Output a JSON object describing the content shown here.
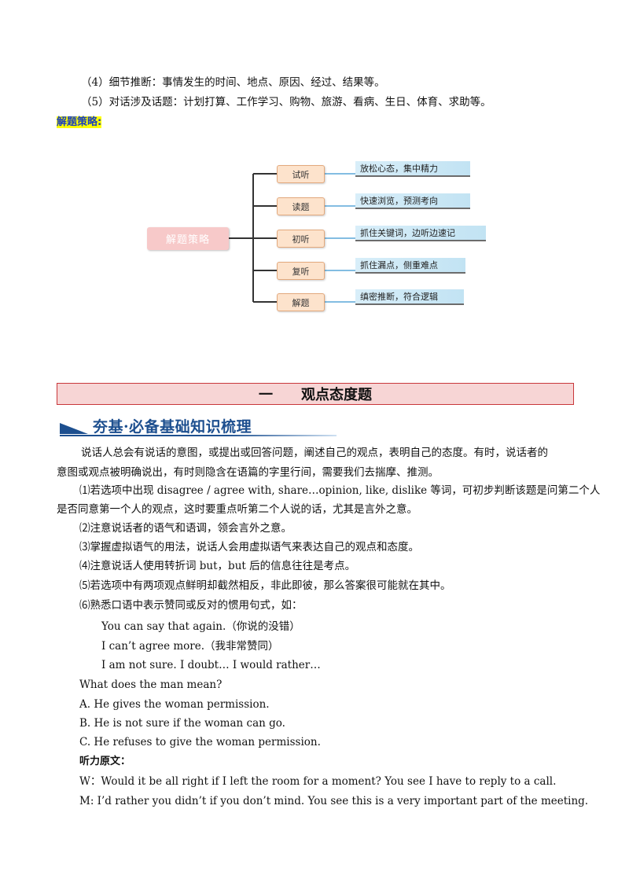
{
  "top_lines": [
    "（4）细节推断：事情发生的时间、地点、原因、经过、结果等。",
    "（5）对话涉及话题：计划打算、工作学习、购物、旅游、看病、生日、体育、求助等。"
  ],
  "strategy_heading": "解题策略:",
  "mindmap": {
    "center": "解题策略",
    "nodes": [
      {
        "label": "试听",
        "desc": "放松心态，集中精力"
      },
      {
        "label": "读题",
        "desc": "快速浏览，预测考向"
      },
      {
        "label": "初听",
        "desc": "抓住关键词，边听边速记"
      },
      {
        "label": "复听",
        "desc": "抓住漏点，侧重难点"
      },
      {
        "label": "解题",
        "desc": "缜密推断，符合逻辑"
      }
    ]
  },
  "section": {
    "title": "一　　观点态度题",
    "subtitle": "夯基·必备基础知识梳理"
  },
  "body": {
    "para1_l1": "说话人总会有说话的意图，或提出或回答问题，阐述自己的观点，表明自己的态度。有时，说话者的",
    "para1_l2": "意图或观点被明确说出，有时则隐含在语篇的字里行间，需要我们去揣摩、推测。",
    "item1_l1": "⑴若选项中出现 disagree / agree with, share…opinion, like, dislike 等词，可初步判断该题是问第二个人",
    "item1_l2": "是否同意第一个人的观点，这时要重点听第二个人说的话，尤其是言外之意。",
    "item2": "⑵注意说话者的语气和语调，领会言外之意。",
    "item3": "⑶掌握虚拟语气的用法，说话人会用虚拟语气来表达自己的观点和态度。",
    "item4": "⑷注意说话人使用转折词 but，but 后的信息往往是考点。",
    "item5": "⑸若选项中有两项观点鲜明却截然相反，非此即彼，那么答案很可能就在其中。",
    "item6": "⑹熟悉口语中表示赞同或反对的惯用句式，如：",
    "ex1": "You can say that again.（你说的没错）",
    "ex2": "I can’t agree more.（我非常赞同）",
    "ex3": "I am not sure. I doubt… I would rather…",
    "question": "What does the man mean?",
    "optA": "A. He gives the woman permission.",
    "optB": "B. He is not sure if the woman can go.",
    "optC": "C. He refuses to give the woman permission.",
    "transcript_label": "听力原文：",
    "w_line": "W：Would it be all right if I left the room for a moment? You see I have to reply to a call.",
    "m_line": "M: I’d rather you didn’t if you don’t mind. You see this is a very important part of the meeting."
  }
}
